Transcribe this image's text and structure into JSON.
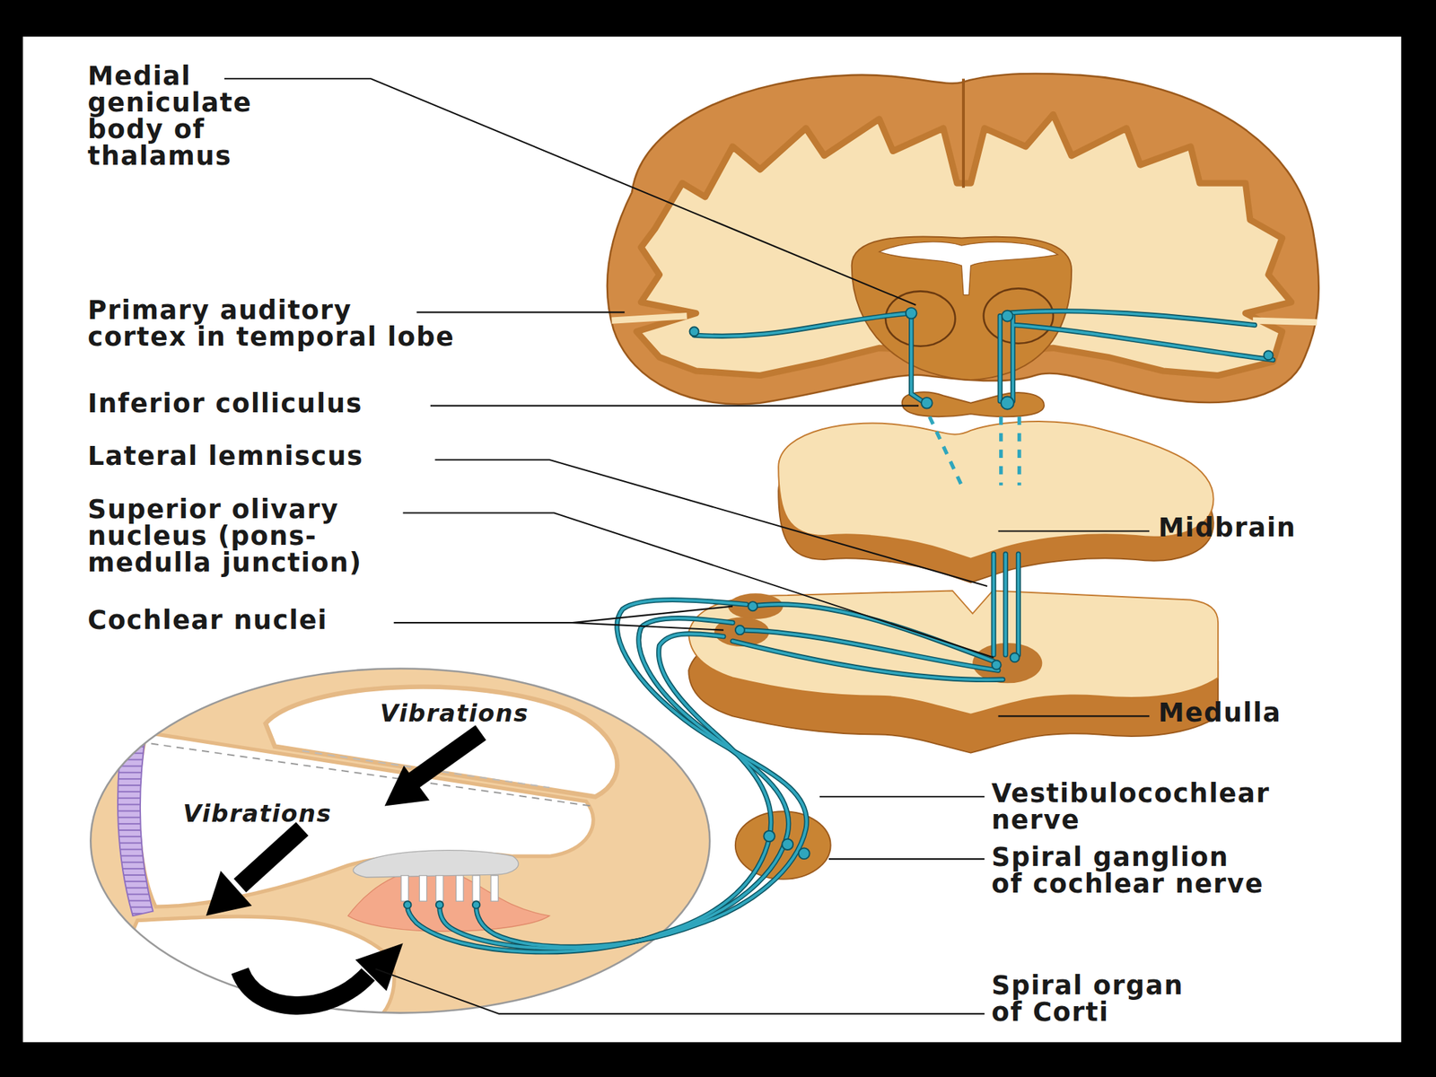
{
  "diagram": {
    "labels": [
      "Medial geniculate body of thalamus",
      "Primary auditory cortex in temporal lobe",
      "Inferior colliculus",
      "Lateral lemniscus",
      "Superior olivary nucleus (pons-medulla junction)",
      "Cochlear nuclei",
      "Midbrain",
      "Medulla",
      "Vestibulocochlear nerve",
      "Spiral ganglion of cochlear nerve",
      "Spiral organ of Corti",
      "Vibrations",
      "Vibrations"
    ]
  }
}
